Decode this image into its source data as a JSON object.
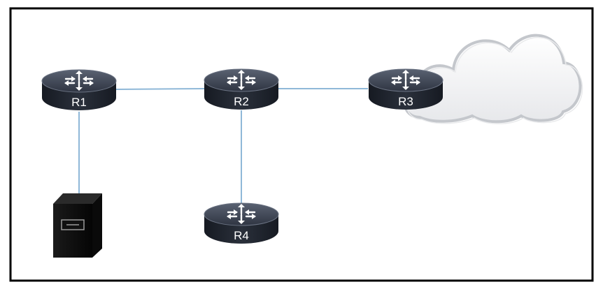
{
  "diagram": {
    "nodes": [
      {
        "id": "r1",
        "type": "router",
        "label": "R1"
      },
      {
        "id": "r2",
        "type": "router",
        "label": "R2"
      },
      {
        "id": "r3",
        "type": "router",
        "label": "R3"
      },
      {
        "id": "r4",
        "type": "router",
        "label": "R4"
      },
      {
        "id": "server",
        "type": "server",
        "label": ""
      },
      {
        "id": "cloud",
        "type": "cloud",
        "label": ""
      }
    ],
    "links": [
      {
        "from": "r1",
        "to": "r2"
      },
      {
        "from": "r2",
        "to": "r3"
      },
      {
        "from": "r2",
        "to": "r4"
      },
      {
        "from": "r1",
        "to": "server"
      }
    ],
    "colors": {
      "link": "#8fb8d8",
      "router_top": "#3a4150",
      "router_side": "#1b1f28",
      "frame": "#000000",
      "cloud_fill": "#f2f2f4",
      "cloud_stroke": "#c4c7cc"
    }
  }
}
